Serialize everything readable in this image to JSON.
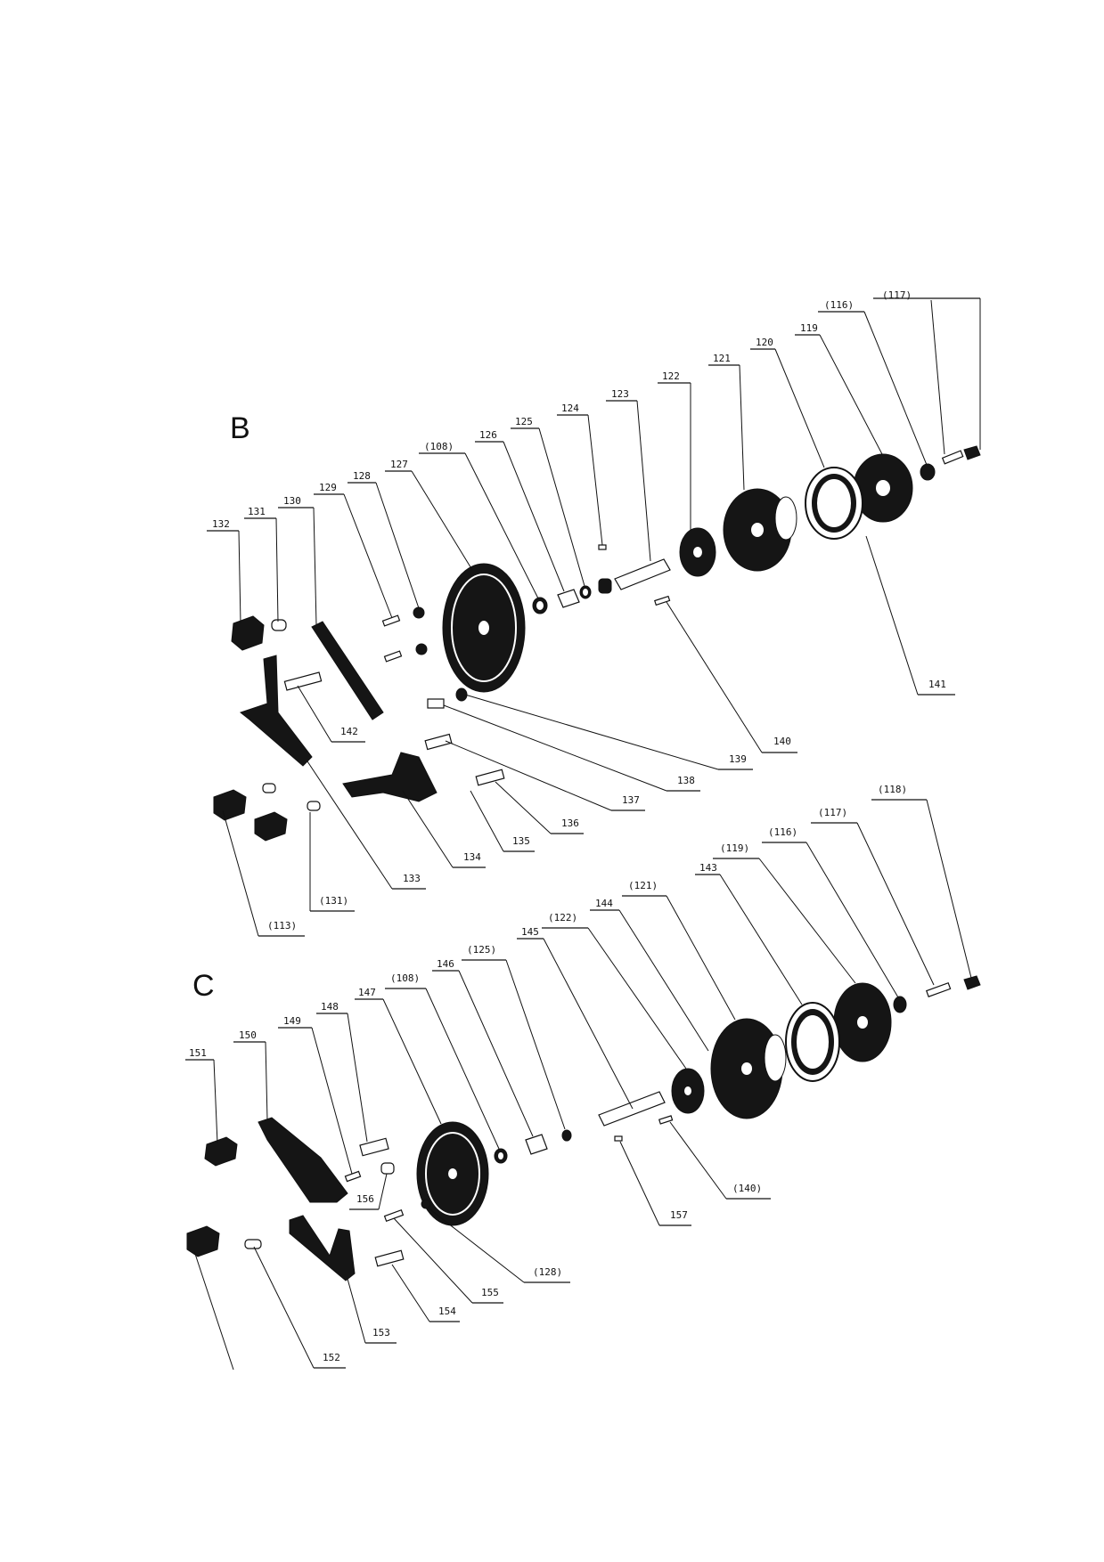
{
  "sections": {
    "b_label": "B",
    "c_label": "C"
  },
  "callouts_b": [
    "(117)",
    "(116)",
    "119",
    "120",
    "121",
    "122",
    "123",
    "124",
    "125",
    "126",
    "(108)",
    "127",
    "128",
    "129",
    "130",
    "131",
    "132",
    "141",
    "140",
    "139",
    "138",
    "137",
    "136",
    "135",
    "134",
    "133",
    "(131)",
    "(113)",
    "142"
  ],
  "callouts_c": [
    "(118)",
    "(117)",
    "(116)",
    "(119)",
    "143",
    "(121)",
    "144",
    "(122)",
    "145",
    "(125)",
    "146",
    "(108)",
    "147",
    "148",
    "149",
    "150",
    "151",
    "(140)",
    "157",
    "156",
    "(128)",
    "155",
    "154",
    "153",
    "152"
  ]
}
